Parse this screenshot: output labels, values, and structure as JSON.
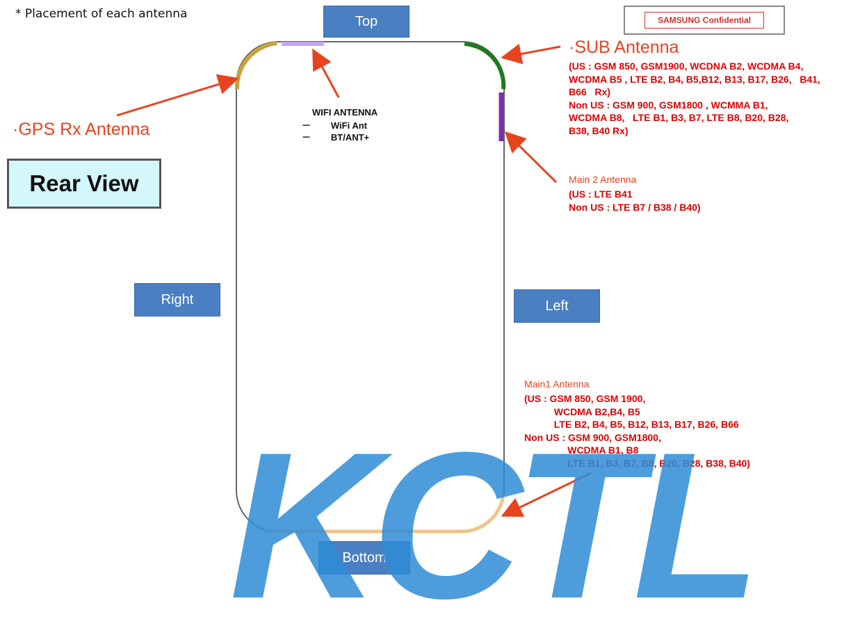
{
  "note": "* Placement of each antenna",
  "labels": {
    "top": "Top",
    "bottom": "Bottom",
    "right": "Right",
    "left": "Left",
    "rear_view": "Rear View",
    "confidential": "SAMSUNG Confidential"
  },
  "watermark": "KCTL",
  "antennas": {
    "gps": {
      "title": "·GPS Rx Antenna",
      "color": "#c8a23a"
    },
    "wifi": {
      "title": "WIFI ANTENNA",
      "lines": "－        WiFi Ant\n－        BT/ANT+",
      "color": "#c9a3f0"
    },
    "sub": {
      "title": "·SUB Antenna",
      "details": "(US : GSM 850, GSM1900, WCDNA B2, WCDMA B4,\nWCDMA B5 , LTE B2, B4, B5,B12, B13, B17, B26,   B41,\nB66   Rx)\nNon US : GSM 900, GSM1800 , WCMMA B1,\nWCDMA B8,   LTE B1, B3, B7, LTE B8, B20, B28,\nB38, B40 Rx)",
      "color": "#1f7a1f"
    },
    "main2": {
      "title": "Main 2 Antenna",
      "details": "(US : LTE B41\nNon US : LTE B7 / B38 / B40)",
      "color": "#7d2ca8"
    },
    "main1": {
      "title": "Main1 Antenna",
      "details": "(US : GSM 850, GSM 1900,\n           WCDMA B2,B4, B5\n           LTE B2, B4, B5, B12, B13, B17, B26, B66\nNon US : GSM 900, GSM1800,\n                WCDMA B1, B8\n                LTE B1, B3, B7, B8, B20, B28, B38, B40)",
      "color": "#f0c48a"
    }
  },
  "colors": {
    "arrow": "#e8431f",
    "label_bg": "#4a7fc1",
    "phone_outline": "#666666"
  }
}
